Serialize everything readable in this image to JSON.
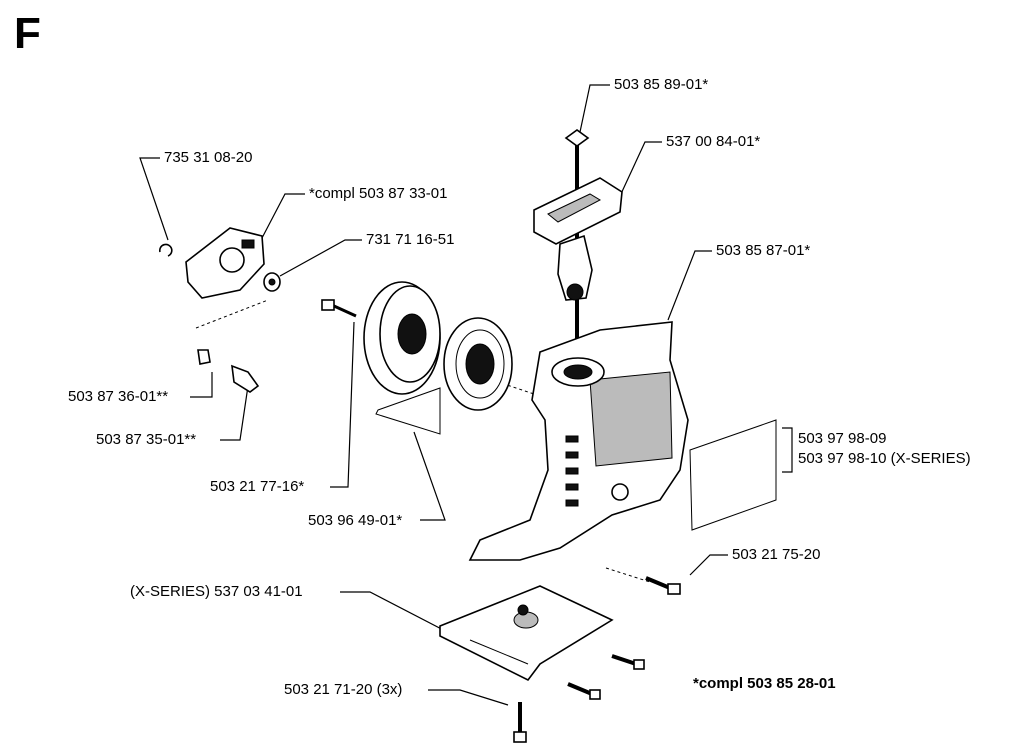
{
  "section_letter": "F",
  "footnote": "*compl 503 85 28-01",
  "labels": {
    "starter_rope_nut": "503 85 89-01*",
    "starter_handle": "537 00 84-01*",
    "circlip": "735 31 08-20",
    "starter_housing_compl": "*compl 503 87 33-01",
    "washer": "731 71 16-51",
    "starter_cover": "503 85 87-01*",
    "pawl_spring": "503 87 36-01**",
    "pawl": "503 87 35-01**",
    "decal_1": "503 97 98-09",
    "decal_2": "503 97 98-10 (X-SERIES)",
    "pulley_screw": "503 21 77-16*",
    "pulley_spring": "503 96 49-01*",
    "cover_screw": "503 21 75-20",
    "bottom_plate": "(X-SERIES) 537 03 41-01",
    "plate_screws": "503 21 71-20 (3x)"
  }
}
